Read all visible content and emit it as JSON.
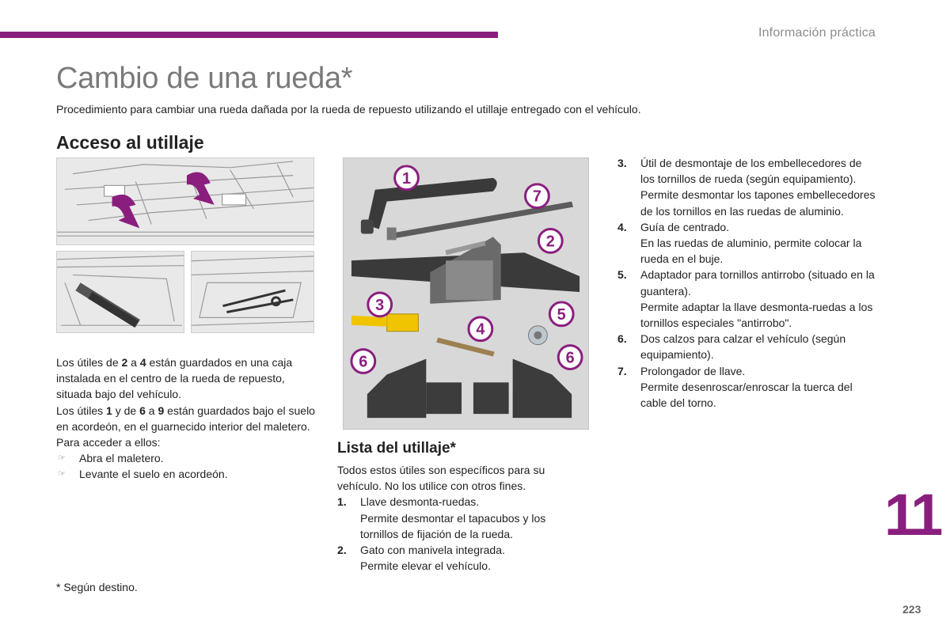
{
  "header": {
    "section": "Información práctica",
    "accent_color": "#8a1e7e"
  },
  "title": "Cambio de una rueda*",
  "intro": "Procedimiento para cambiar una rueda dañada por la rueda de repuesto utilizando el utillaje entregado con el vehículo.",
  "access": {
    "heading": "Acceso al utillaje",
    "p1_a": "Los útiles de ",
    "p1_n1": "2",
    "p1_b": " a ",
    "p1_n2": "4",
    "p1_c": " están guardados en una caja instalada en el centro de la rueda de repuesto, situada bajo del vehículo.",
    "p2_a": "Los útiles ",
    "p2_n1": "1",
    "p2_b": " y de ",
    "p2_n2": "6",
    "p2_c": " a ",
    "p2_n3": "9",
    "p2_d": " están guardados bajo el suelo en acordeón, en el guarnecido interior del maletero.",
    "p3": "Para acceder a ellos:",
    "bullets": [
      "Abra el maletero.",
      "Levante el suelo en acordeón."
    ]
  },
  "tools_figure": {
    "labels": [
      "1",
      "7",
      "2",
      "3",
      "4",
      "5",
      "6",
      "6"
    ]
  },
  "list": {
    "heading": "Lista del utillaje*",
    "intro": "Todos estos útiles son específicos para su vehículo. No los utilice con otros fines.",
    "items": [
      {
        "num": "1.",
        "text": "Llave desmonta-ruedas.",
        "desc": "Permite desmontar el tapacubos y los tornillos de fijación de la rueda."
      },
      {
        "num": "2.",
        "text": "Gato con manivela integrada.",
        "desc": "Permite elevar el vehículo."
      }
    ]
  },
  "list_right": {
    "items": [
      {
        "num": "3.",
        "text": "Útil de desmontaje de los embellecedores de los tornillos de rueda (según equipamiento).",
        "desc": "Permite desmontar los tapones embellecedores de los tornillos en las ruedas de aluminio."
      },
      {
        "num": "4.",
        "text": "Guía de centrado.",
        "desc": "En las ruedas de aluminio, permite colocar la rueda en el buje."
      },
      {
        "num": "5.",
        "text": "Adaptador para tornillos antirrobo (situado en la guantera).",
        "desc": "Permite adaptar la llave desmonta-ruedas a los tornillos especiales \"antirrobo\"."
      },
      {
        "num": "6.",
        "text": "Dos calzos para calzar el vehículo (según equipamiento).",
        "desc": ""
      },
      {
        "num": "7.",
        "text": "Prolongador de llave.",
        "desc": "Permite desenroscar/enroscar la tuerca del cable del torno."
      }
    ]
  },
  "chapter": "11",
  "page_number": "223",
  "footnote": "* Según destino."
}
